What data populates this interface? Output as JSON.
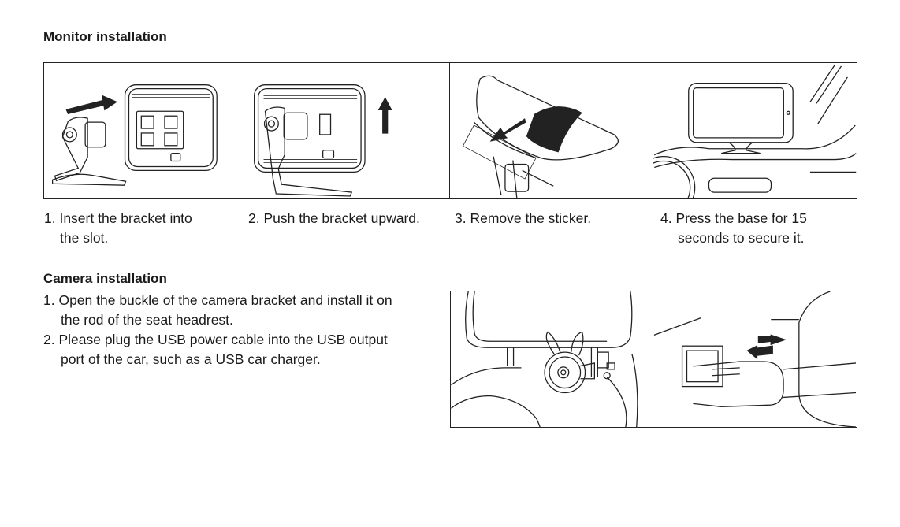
{
  "monitor": {
    "heading": "Monitor installation",
    "steps": [
      {
        "label": "1. Insert the bracket into",
        "label2": "the slot."
      },
      {
        "label": "2. Push the bracket upward.",
        "label2": ""
      },
      {
        "label": "3. Remove the sticker.",
        "label2": ""
      },
      {
        "label": "4. Press the base for 15",
        "label2": "seconds to secure it."
      }
    ]
  },
  "camera": {
    "heading": "Camera installation",
    "steps": [
      "1. Open the buckle of the camera bracket and install it on the rod of the seat headrest.",
      "2. Please plug the USB power cable into the USB output port of the car, such as a USB car charger."
    ]
  }
}
